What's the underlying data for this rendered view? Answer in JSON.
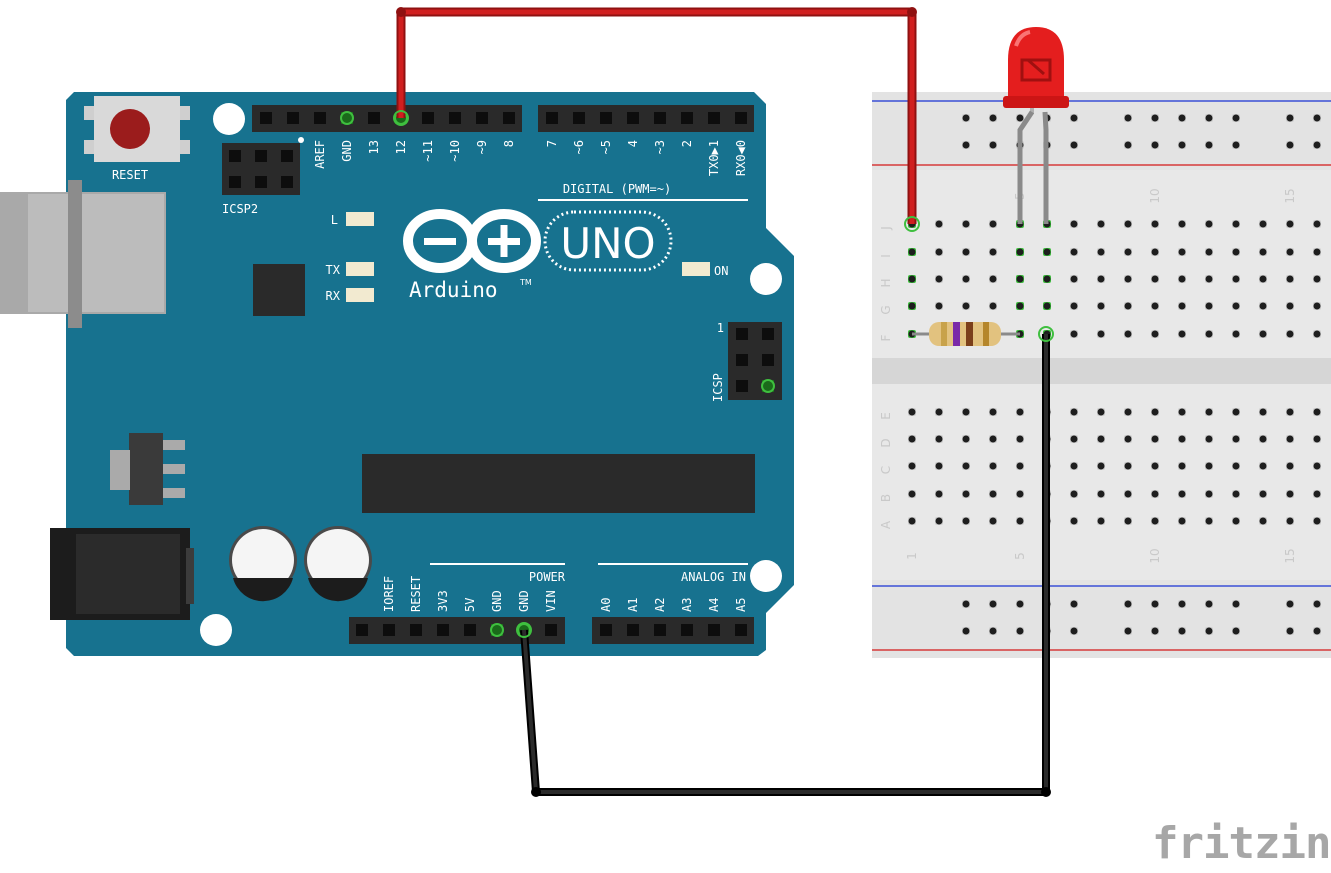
{
  "branding": {
    "fritzing_logo": "fritzing"
  },
  "arduino": {
    "board_name": "UNO",
    "brand": "Arduino",
    "trademark": "TM",
    "reset_label": "RESET",
    "icsp2_label": "ICSP2",
    "icsp_label": "ICSP",
    "icsp_pin1": "1",
    "led_l": "L",
    "led_tx": "TX",
    "led_rx": "RX",
    "led_on": "ON",
    "digital_header_label": "DIGITAL (PWM=~)",
    "digital_pins_left": [
      "AREF",
      "GND",
      "13",
      "12",
      "~11",
      "~10",
      "~9",
      "8"
    ],
    "digital_pins_right": [
      "7",
      "~6",
      "~5",
      "4",
      "~3",
      "2",
      "TX0▶1",
      "RX0◀0"
    ],
    "power_header_label": "POWER",
    "power_pins": [
      "IOREF",
      "RESET",
      "3V3",
      "5V",
      "GND",
      "GND",
      "VIN"
    ],
    "analog_header_label": "ANALOG IN",
    "analog_pins": [
      "A0",
      "A1",
      "A2",
      "A3",
      "A4",
      "A5"
    ],
    "colors": {
      "board": "#17728f",
      "header": "#2a2a2a",
      "reset_button": "#9b1c1c"
    }
  },
  "breadboard": {
    "row_labels_top": [
      "J",
      "I",
      "H",
      "G",
      "F"
    ],
    "row_labels_bottom": [
      "E",
      "D",
      "C",
      "B",
      "A"
    ],
    "column_numbers": [
      "1",
      "5",
      "10",
      "15"
    ],
    "colors": {
      "body": "#e6e6e6",
      "rail_red": "#d63b3b",
      "rail_blue": "#3b4fd6"
    }
  },
  "components": [
    {
      "name": "LED",
      "color": "#e41e1e"
    },
    {
      "name": "Resistor",
      "bands": [
        "#7a2aa8",
        "#7b3f1a",
        "#7b3f1a",
        "#c8a24a"
      ]
    }
  ],
  "wires": [
    {
      "from": "Arduino pin 12",
      "to": "Breadboard column 1 row J",
      "color": "#c81e1e"
    },
    {
      "from": "Arduino GND",
      "to": "Breadboard column 6 row F",
      "color": "#1e1e1e"
    }
  ]
}
